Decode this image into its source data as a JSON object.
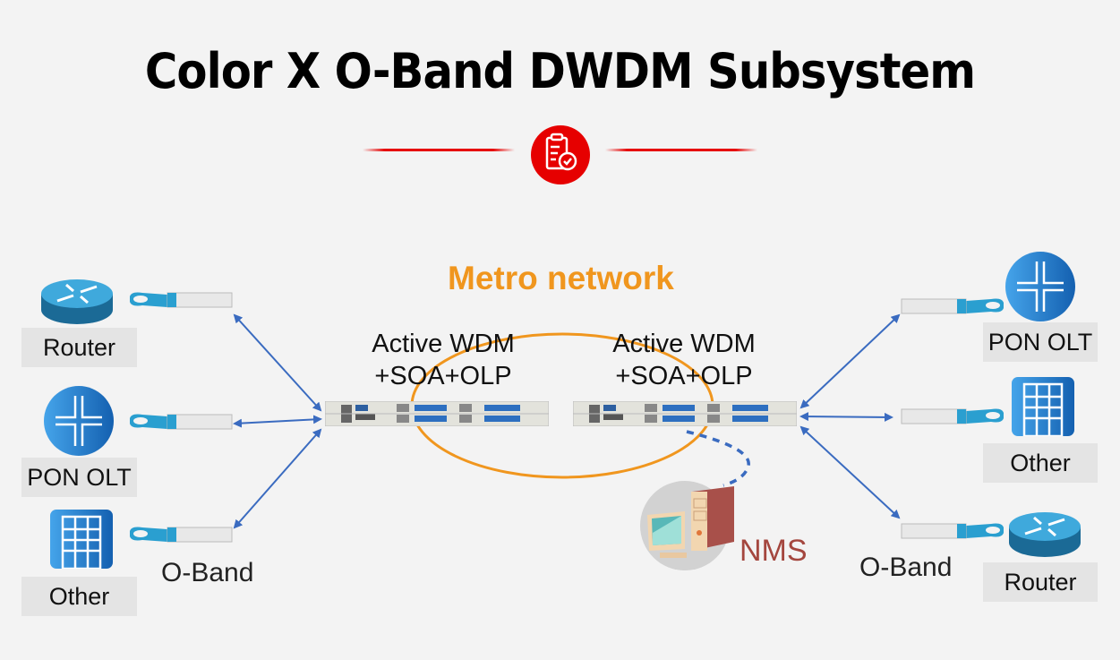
{
  "title": "Color X O-Band DWDM Subsystem",
  "header_icon": "clipboard-check-icon",
  "colors": {
    "accent_red": "#e60000",
    "metro_orange": "#f0961e",
    "link_blue": "#3a6bc0",
    "nms_text": "#a4463e",
    "icon_blue": "#1f6fc4"
  },
  "metro_label": "Metro network",
  "wdm_left": {
    "line1": "Active WDM",
    "line2": "+SOA+OLP"
  },
  "wdm_right": {
    "line1": "Active WDM",
    "line2": "+SOA+OLP"
  },
  "nms_label": "NMS",
  "left_devices": [
    {
      "label": "Router",
      "icon": "router-icon"
    },
    {
      "label": "PON OLT",
      "icon": "pon-olt-icon"
    },
    {
      "label": "Other",
      "icon": "building-icon"
    }
  ],
  "right_devices": [
    {
      "label": "PON OLT",
      "icon": "pon-olt-icon"
    },
    {
      "label": "Other",
      "icon": "building-icon"
    },
    {
      "label": "Router",
      "icon": "router-icon"
    }
  ],
  "left_band_label": "O-Band",
  "right_band_label": "O-Band"
}
